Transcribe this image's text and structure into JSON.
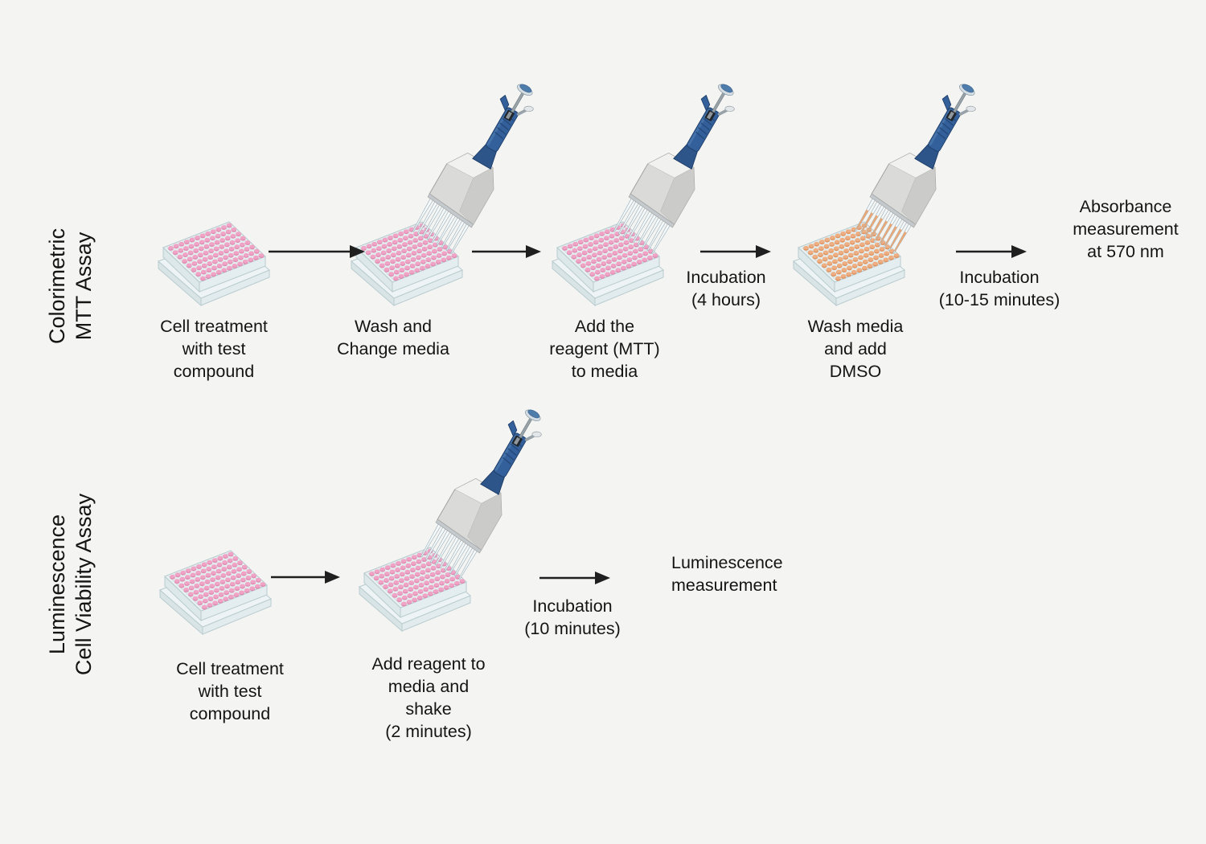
{
  "background": "#f4f4f2",
  "text_color": "#141414",
  "colors": {
    "arrow_color": "#1f1f1f",
    "well_pink": "#f1a3c5",
    "well_pink_dark": "#de8cb2",
    "well_orange": "#eeae81",
    "well_orange_dark": "#dd9260",
    "plate_face": "#e9f1f2",
    "plate_edge": "#b9cccf",
    "pipette_blue": "#33609b",
    "pipette_blue_dark": "#1d3c66",
    "manifold_gray": "#dadad8",
    "tip_liquid_orange": "#eaa877"
  },
  "rows": [
    {
      "label": "Colorimetric\nMTT Assay",
      "steps": [
        {
          "caption": "Cell treatment\nwith test\ncompound"
        },
        {
          "caption": "Wash and\nChange media"
        },
        {
          "caption": "Add the\nreagent (MTT)\nto media"
        },
        {
          "caption": "Wash media\nand add\nDMSO"
        }
      ],
      "arrow_labels": [
        "",
        "",
        "Incubation\n(4 hours)",
        "Incubation\n(10-15 minutes)"
      ],
      "result": "Absorbance\nmeasurement\nat 570 nm"
    },
    {
      "label": "Luminescence\nCell Viability Assay",
      "steps": [
        {
          "caption": "Cell treatment\nwith test\ncompound"
        },
        {
          "caption": "Add reagent to\nmedia and\nshake\n(2 minutes)"
        }
      ],
      "arrow_labels": [
        "",
        "Incubation\n(10 minutes)"
      ],
      "result": "Luminescence\nmeasurement"
    }
  ]
}
